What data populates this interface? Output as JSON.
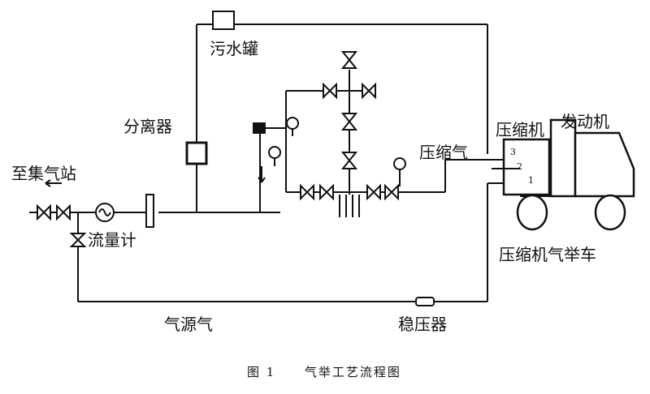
{
  "labels": {
    "to_gathering_station": "至集气站",
    "flow_meter": "流量计",
    "separator": "分离器",
    "sewage_tank": "污水罐",
    "compressed_gas": "压缩气",
    "compressor": "压缩机",
    "engine": "发动机",
    "compressor_gaslift_truck": "压缩机气举车",
    "source_gas": "气源气",
    "stabilizer": "稳压器"
  },
  "ports": [
    "3",
    "2",
    "1"
  ],
  "caption": {
    "figure_no": "图 1",
    "title": "气举工艺流程图"
  }
}
